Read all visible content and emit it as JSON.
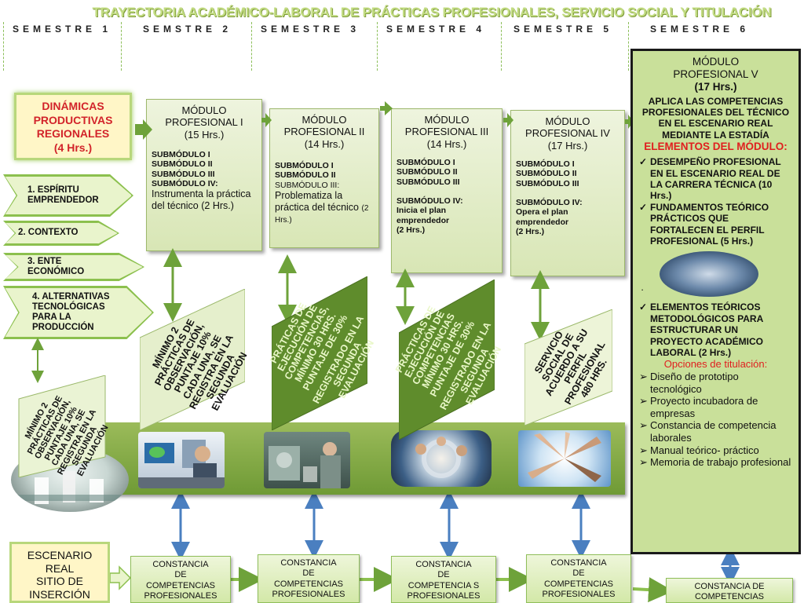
{
  "title": "TRAYECTORIA ACADÉMICO-LABORAL DE PRÁCTICAS PROFESIONALES, SERVICIO SOCIAL Y TITULACIÓN",
  "semesters": [
    "SEMESTRE 1",
    "SEMSTRE 2",
    "SEMESTRE 3",
    "SEMESTRE 4",
    "SEMESTRE 5",
    "SEMESTRE 6"
  ],
  "dinamicas": {
    "line1": "DINÁMICAS",
    "line2": "PRODUCTIVAS",
    "line3": "REGIONALES",
    "line4": "(4 Hrs.)"
  },
  "chevrons": [
    "1. ESPÍRITU EMPRENDEDOR",
    "2. CONTEXTO",
    "3. ENTE ECONÓMICO",
    "4. ALTERNATIVAS TECNOLÓGICAS PARA LA PRODUCCIÓN"
  ],
  "modules": [
    {
      "title1": "MÓDULO",
      "title2": "PROFESIONAL I",
      "hours": "(15 Hrs.)",
      "sub1": "SUBMÓDULO I",
      "sub2": "SUBMÓDULO II",
      "sub3": "SUBMÓDULO III",
      "sub4": "SUBMÓDULO IV:",
      "desc": "Instrumenta la práctica del técnico (2 Hrs.)"
    },
    {
      "title1": "MÓDULO",
      "title2": "PROFESIONAL II",
      "hours": "(14 Hrs.)",
      "sub1": "SUBMÓDULO I",
      "sub2": "SUBMÓDULO II",
      "sub3": "SUBMÓDULO III:",
      "desc": "Problematiza la práctica del técnico",
      "desc_hours": "(2 Hrs.)"
    },
    {
      "title1": "MÓDULO",
      "title2": "PROFESIONAL III",
      "hours": "(14 Hrs.)",
      "sub1": "SUBMÓDULO I",
      "sub2": "SUBMÓDULO II",
      "sub3": "SUBMÓDULO III",
      "sub4": "SUBMÓDULO IV:",
      "desc": "Inicia el plan emprendedor",
      "desc_hours": "(2 Hrs.)"
    },
    {
      "title1": "MÓDULO",
      "title2": "PROFESIONAL IV",
      "hours": "(17 Hrs.)",
      "sub1": "SUBMÓDULO I",
      "sub2": "SUBMÓDULO II",
      "sub3": "SUBMÓDULO III",
      "sub4": "SUBMÓDULO IV:",
      "desc": "Opera el plan emprendedor",
      "desc_hours": "(2 Hrs.)"
    }
  ],
  "practices": {
    "p1": "MÍNIMO 2 PRÁCTICAS DE OBSERVACIÓN, PUNTAJE 10% CADA UNA, SE REGISTRA EN LA SEGUNDA EVALUACIÓN",
    "p2": "MÍNIMO 2 PRÁCTICAS DE OBSERVACIÓN, PUNTAJE 10% CADA UNA, SE REGISTRA EN LA SEGUNDA EVALUACIÓN",
    "p3a": "PRÁTICAS DE EJECUCIÓN DE COMPETENCIAS, MÍNIMO 30 HRS. PUNTAJE DE 30%",
    "p3b": "REGISTRADO EN LA SEGUNDA EVALUACIÓN",
    "p4a": "PRÁCTICAS DE EJECUCIÓN DE COMPETENCIAS MÍNIMO 30 HRS. PUNTAJE DE 30%",
    "p4b": "REGISTRADO EN LA SEGUNDA EVALUACIÓN",
    "p5": "SERVICIO SOCIAL DE ACUERDO A SU PERFIL PROFESIONAL 480 HRS."
  },
  "module5": {
    "title1": "MÓDULO",
    "title2": "PROFESIONAL V",
    "hours": "(17 Hrs.)",
    "summary": "APLICA LAS COMPETENCIAS PROFESIONALES DEL TÉCNICO EN EL ESCENARIO REAL MEDIANTE LA ESTADÍA",
    "elements_title": "ELEMENTOS DEL MÓDULO:",
    "elements": [
      "DESEMPEÑO PROFESIONAL EN EL ESCENARIO REAL DE LA CARRERA TÉCNICA (10 Hrs.)",
      "FUNDAMENTOS TEÓRICO PRÁCTICOS QUE FORTALECEN EL PERFIL PROFESIONAL (5 Hrs.)",
      "ELEMENTOS TEÓRICOS METODOLÓGICOS PARA ESTRUCTURAR UN PROYECTO ACADÉMICO LABORAL (2 Hrs.)"
    ],
    "dot": "·",
    "options_title": "Opciones de titulación:",
    "options": [
      "Diseño de prototipo tecnológico",
      "Proyecto incubadora de empresas",
      "Constancia de competencia laborales",
      "Manual teórico- práctico",
      "Memoria de trabajo profesional"
    ],
    "checkmark": "✓",
    "arrowmark": "➢"
  },
  "escenario": {
    "line1": "ESCENARIO",
    "line2": "REAL",
    "line3": "SITIO DE",
    "line4": "INSERCIÓN"
  },
  "constancias": [
    {
      "l1": "CONSTANCIA",
      "l2": "DE",
      "l3": "COMPETENCIAS",
      "l4": "PROFESIONALES"
    },
    {
      "l1": "CONSTANCIA",
      "l2": "DE",
      "l3": "COMPETENCIAS",
      "l4": "PROFESIONALES"
    },
    {
      "l1": "CONSTANCIA",
      "l2": "DE",
      "l3": "COMPETENCIA S",
      "l4": "PROFESIONALES"
    },
    {
      "l1": "CONSTANCIA",
      "l2": "DE",
      "l3": "COMPETENCIAS",
      "l4": "PROFESIONALES"
    },
    {
      "l1": "CONSTANCIA DE",
      "l2": "COMPETENCIAS"
    }
  ],
  "colors": {
    "green_arrow": "#6ea23a",
    "blue_arrow": "#4a7fc0",
    "title_green": "#c2dc82",
    "red": "#d2232a"
  }
}
